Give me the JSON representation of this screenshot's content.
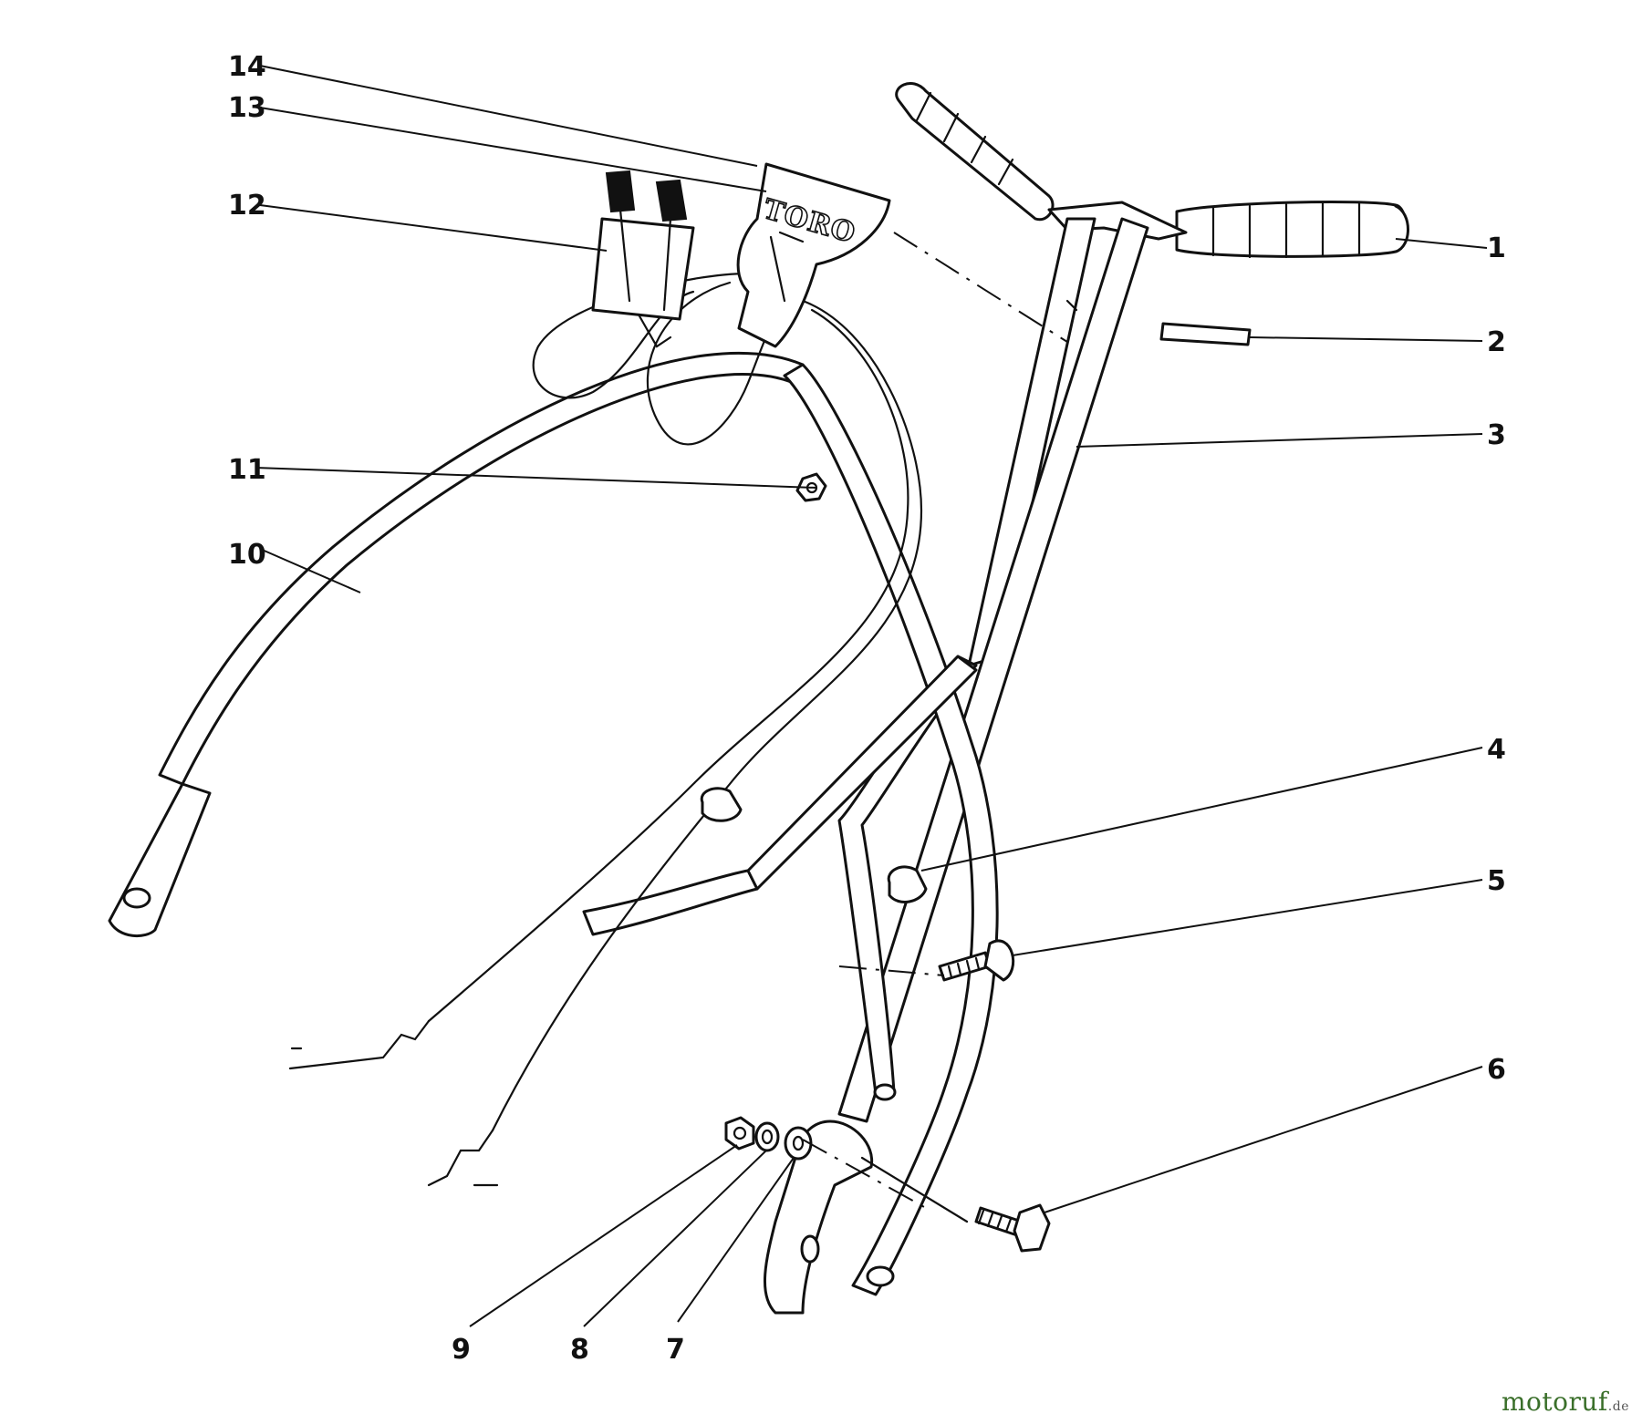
{
  "brand_label": "TORO",
  "callouts": [
    "1",
    "2",
    "3",
    "4",
    "5",
    "6",
    "7",
    "8",
    "9",
    "10",
    "11",
    "12",
    "13",
    "14"
  ],
  "watermark": {
    "main": "motoruf",
    "tld": ".de"
  }
}
